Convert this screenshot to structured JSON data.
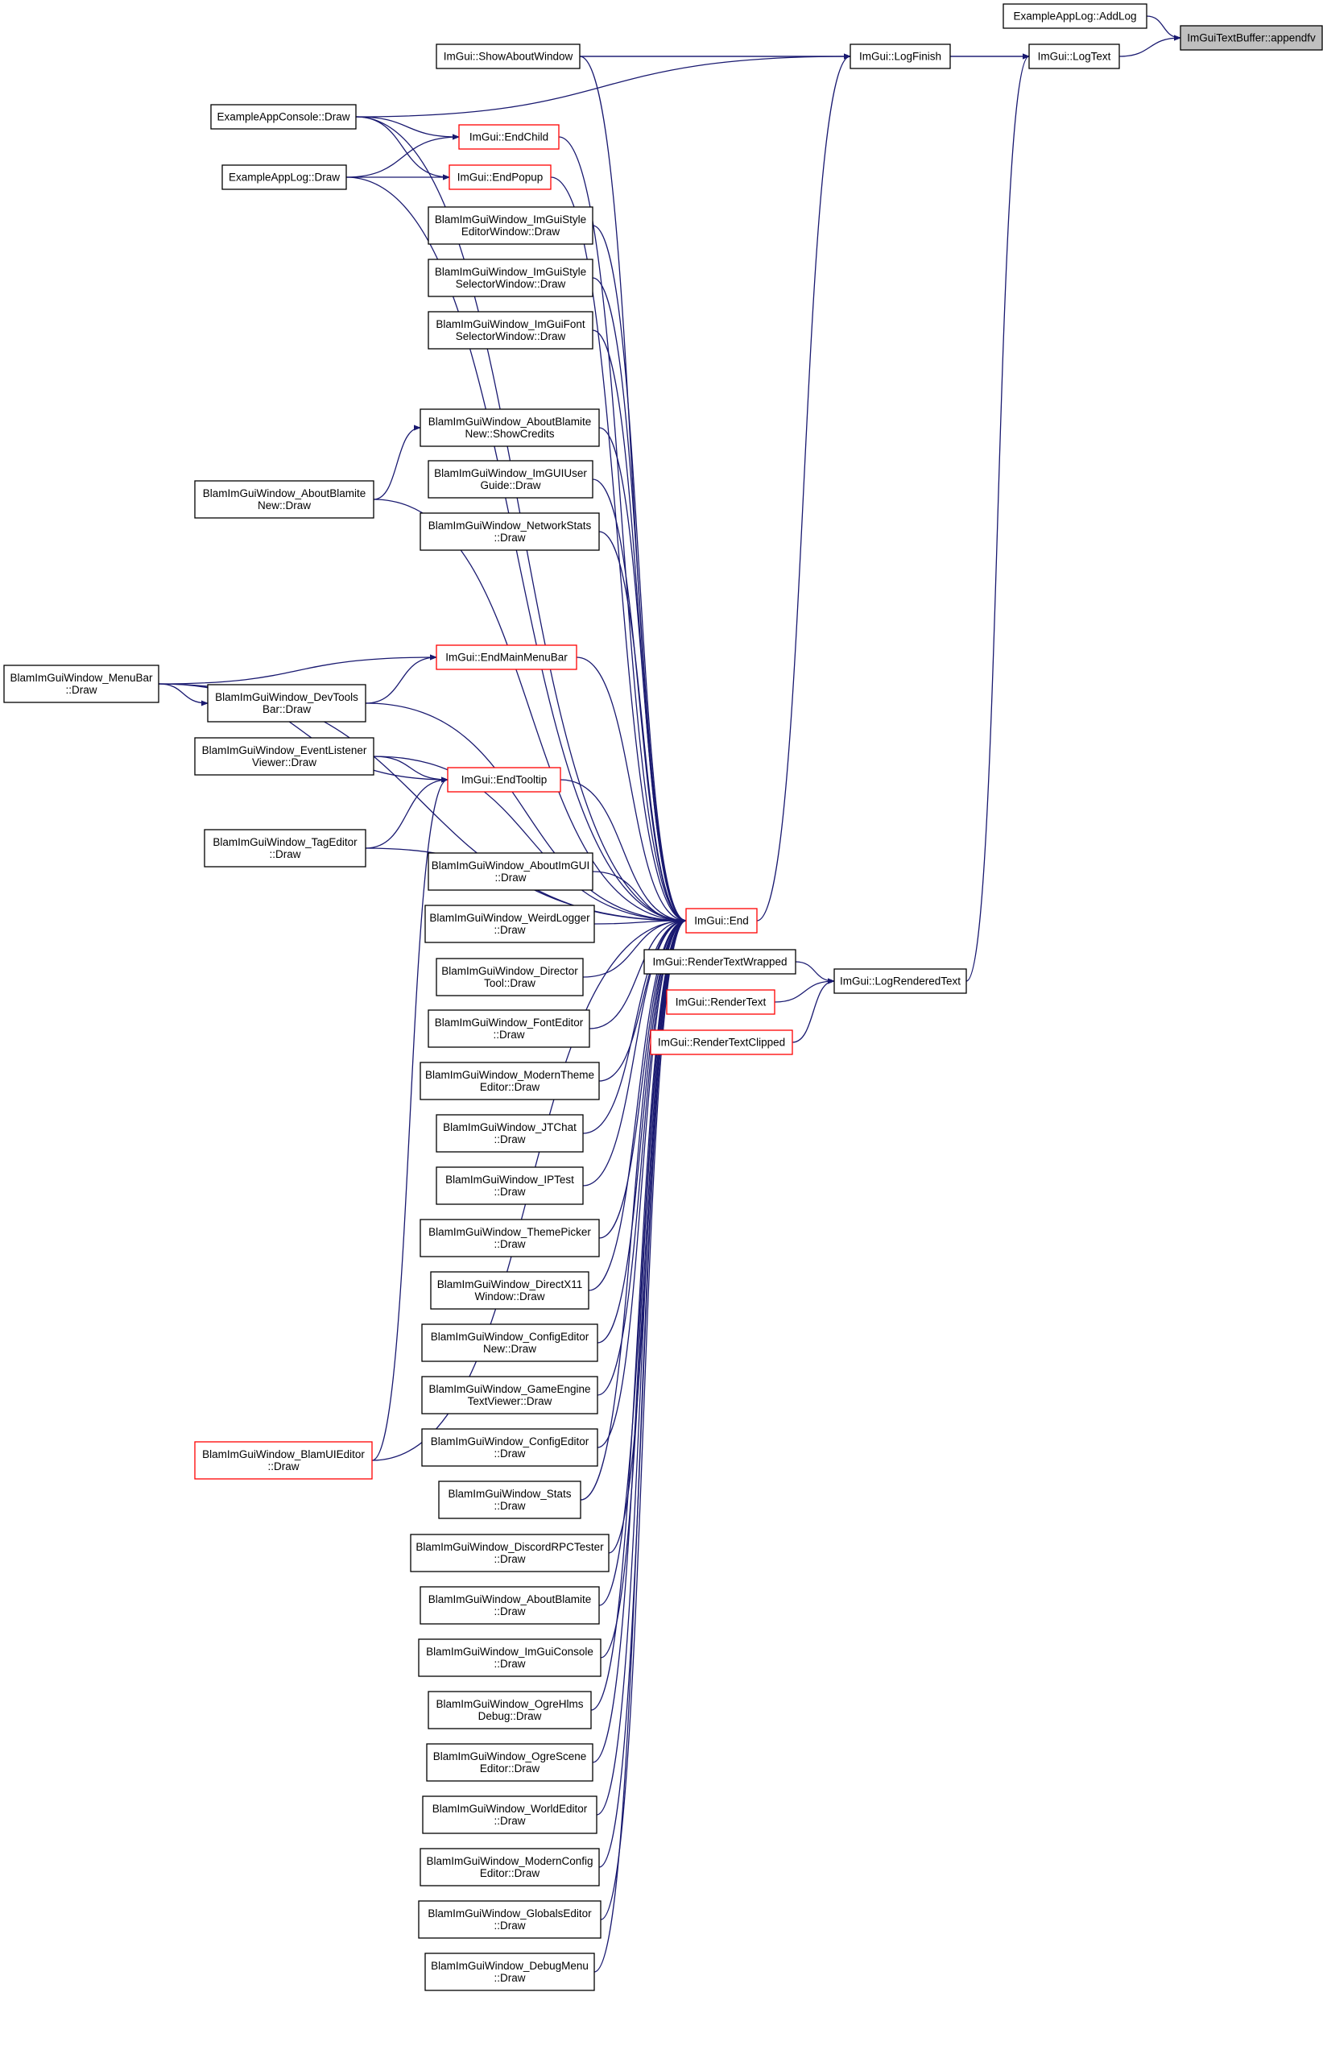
{
  "colors": {
    "edge": "#191970",
    "node_border_normal": "#000000",
    "node_border_truncated": "#ff0000",
    "node_fill_root": "#bfbfbf",
    "node_fill_default": "#ffffff"
  },
  "nodes": [
    {
      "id": "root",
      "lines": [
        "ImGuiTextBuffer::appendfv"
      ],
      "style": "root"
    },
    {
      "id": "addlog",
      "lines": [
        "ExampleAppLog::AddLog"
      ],
      "style": "normal"
    },
    {
      "id": "logtext",
      "lines": [
        "ImGui::LogText"
      ],
      "style": "normal"
    },
    {
      "id": "logfinish",
      "lines": [
        "ImGui::LogFinish"
      ],
      "style": "normal"
    },
    {
      "id": "showabout",
      "lines": [
        "ImGui::ShowAboutWindow"
      ],
      "style": "normal"
    },
    {
      "id": "console",
      "lines": [
        "ExampleAppConsole::Draw"
      ],
      "style": "normal"
    },
    {
      "id": "applog",
      "lines": [
        "ExampleAppLog::Draw"
      ],
      "style": "normal"
    },
    {
      "id": "endchild",
      "lines": [
        "ImGui::EndChild"
      ],
      "style": "truncated"
    },
    {
      "id": "endpopup",
      "lines": [
        "ImGui::EndPopup"
      ],
      "style": "truncated"
    },
    {
      "id": "styleeditor",
      "lines": [
        "BlamImGuiWindow_ImGuiStyle",
        "EditorWindow::Draw"
      ],
      "style": "normal"
    },
    {
      "id": "styleselector",
      "lines": [
        "BlamImGuiWindow_ImGuiStyle",
        "SelectorWindow::Draw"
      ],
      "style": "normal"
    },
    {
      "id": "fontselector",
      "lines": [
        "BlamImGuiWindow_ImGuiFont",
        "SelectorWindow::Draw"
      ],
      "style": "normal"
    },
    {
      "id": "credits",
      "lines": [
        "BlamImGuiWindow_AboutBlamite",
        "New::ShowCredits"
      ],
      "style": "normal"
    },
    {
      "id": "aboutnew",
      "lines": [
        "BlamImGuiWindow_AboutBlamite",
        "New::Draw"
      ],
      "style": "normal"
    },
    {
      "id": "userguide",
      "lines": [
        "BlamImGuiWindow_ImGUIUser",
        "Guide::Draw"
      ],
      "style": "normal"
    },
    {
      "id": "netstats",
      "lines": [
        "BlamImGuiWindow_NetworkStats",
        "::Draw"
      ],
      "style": "normal"
    },
    {
      "id": "menubar",
      "lines": [
        "BlamImGuiWindow_MenuBar",
        "::Draw"
      ],
      "style": "normal"
    },
    {
      "id": "endmainmenubar",
      "lines": [
        "ImGui::EndMainMenuBar"
      ],
      "style": "truncated"
    },
    {
      "id": "devtools",
      "lines": [
        "BlamImGuiWindow_DevTools",
        "Bar::Draw"
      ],
      "style": "normal"
    },
    {
      "id": "eventlistener",
      "lines": [
        "BlamImGuiWindow_EventListener",
        "Viewer::Draw"
      ],
      "style": "normal"
    },
    {
      "id": "endtooltip",
      "lines": [
        "ImGui::EndTooltip"
      ],
      "style": "truncated"
    },
    {
      "id": "tageditor",
      "lines": [
        "BlamImGuiWindow_TagEditor",
        "::Draw"
      ],
      "style": "normal"
    },
    {
      "id": "aboutimgui",
      "lines": [
        "BlamImGuiWindow_AboutImGUI",
        "::Draw"
      ],
      "style": "normal"
    },
    {
      "id": "end",
      "lines": [
        "ImGui::End"
      ],
      "style": "truncated"
    },
    {
      "id": "weirdlogger",
      "lines": [
        "BlamImGuiWindow_WeirdLogger",
        "::Draw"
      ],
      "style": "normal"
    },
    {
      "id": "rtwrapped",
      "lines": [
        "ImGui::RenderTextWrapped"
      ],
      "style": "normal"
    },
    {
      "id": "logrendered",
      "lines": [
        "ImGui::LogRenderedText"
      ],
      "style": "normal"
    },
    {
      "id": "director",
      "lines": [
        "BlamImGuiWindow_Director",
        "Tool::Draw"
      ],
      "style": "normal"
    },
    {
      "id": "rendertext",
      "lines": [
        "ImGui::RenderText"
      ],
      "style": "truncated"
    },
    {
      "id": "rtclipped",
      "lines": [
        "ImGui::RenderTextClipped"
      ],
      "style": "truncated"
    },
    {
      "id": "fonteditor",
      "lines": [
        "BlamImGuiWindow_FontEditor",
        "::Draw"
      ],
      "style": "normal"
    },
    {
      "id": "moderntheme",
      "lines": [
        "BlamImGuiWindow_ModernTheme",
        "Editor::Draw"
      ],
      "style": "normal"
    },
    {
      "id": "jtchat",
      "lines": [
        "BlamImGuiWindow_JTChat",
        "::Draw"
      ],
      "style": "normal"
    },
    {
      "id": "iptest",
      "lines": [
        "BlamImGuiWindow_IPTest",
        "::Draw"
      ],
      "style": "normal"
    },
    {
      "id": "themepicker",
      "lines": [
        "BlamImGuiWindow_ThemePicker",
        "::Draw"
      ],
      "style": "normal"
    },
    {
      "id": "directx11",
      "lines": [
        "BlamImGuiWindow_DirectX11",
        "Window::Draw"
      ],
      "style": "normal"
    },
    {
      "id": "confignew",
      "lines": [
        "BlamImGuiWindow_ConfigEditor",
        "New::Draw"
      ],
      "style": "normal"
    },
    {
      "id": "textviewer",
      "lines": [
        "BlamImGuiWindow_GameEngine",
        "TextViewer::Draw"
      ],
      "style": "normal"
    },
    {
      "id": "blamuieditor",
      "lines": [
        "BlamImGuiWindow_BlamUIEditor",
        "::Draw"
      ],
      "style": "truncated"
    },
    {
      "id": "configeditor",
      "lines": [
        "BlamImGuiWindow_ConfigEditor",
        "::Draw"
      ],
      "style": "normal"
    },
    {
      "id": "stats",
      "lines": [
        "BlamImGuiWindow_Stats",
        "::Draw"
      ],
      "style": "normal"
    },
    {
      "id": "discord",
      "lines": [
        "BlamImGuiWindow_DiscordRPCTester",
        "::Draw"
      ],
      "style": "normal"
    },
    {
      "id": "aboutblamite",
      "lines": [
        "BlamImGuiWindow_AboutBlamite",
        "::Draw"
      ],
      "style": "normal"
    },
    {
      "id": "imguiconsole",
      "lines": [
        "BlamImGuiWindow_ImGuiConsole",
        "::Draw"
      ],
      "style": "normal"
    },
    {
      "id": "ogrehlms",
      "lines": [
        "BlamImGuiWindow_OgreHlms",
        "Debug::Draw"
      ],
      "style": "normal"
    },
    {
      "id": "ogrescene",
      "lines": [
        "BlamImGuiWindow_OgreScene",
        "Editor::Draw"
      ],
      "style": "normal"
    },
    {
      "id": "worldeditor",
      "lines": [
        "BlamImGuiWindow_WorldEditor",
        "::Draw"
      ],
      "style": "normal"
    },
    {
      "id": "modernconfig",
      "lines": [
        "BlamImGuiWindow_ModernConfig",
        "Editor::Draw"
      ],
      "style": "normal"
    },
    {
      "id": "globals",
      "lines": [
        "BlamImGuiWindow_GlobalsEditor",
        "::Draw"
      ],
      "style": "normal"
    },
    {
      "id": "debugmenu",
      "lines": [
        "BlamImGuiWindow_DebugMenu",
        "::Draw"
      ],
      "style": "normal"
    }
  ],
  "edges": [
    [
      "addlog",
      "root"
    ],
    [
      "logtext",
      "root"
    ],
    [
      "logfinish",
      "logtext"
    ],
    [
      "showabout",
      "logtext"
    ],
    [
      "logrendered",
      "logtext"
    ],
    [
      "showabout",
      "logfinish"
    ],
    [
      "console",
      "logfinish"
    ],
    [
      "end",
      "logfinish"
    ],
    [
      "console",
      "endchild"
    ],
    [
      "applog",
      "endchild"
    ],
    [
      "console",
      "endpopup"
    ],
    [
      "applog",
      "endpopup"
    ],
    [
      "aboutnew",
      "credits"
    ],
    [
      "menubar",
      "endmainmenubar"
    ],
    [
      "devtools",
      "endmainmenubar"
    ],
    [
      "menubar",
      "devtools"
    ],
    [
      "eventlistener",
      "endtooltip"
    ],
    [
      "menubar",
      "endtooltip"
    ],
    [
      "tageditor",
      "endtooltip"
    ],
    [
      "blamuieditor",
      "endtooltip"
    ],
    [
      "rtwrapped",
      "logrendered"
    ],
    [
      "rendertext",
      "logrendered"
    ],
    [
      "rtclipped",
      "logrendered"
    ],
    [
      "showabout",
      "end"
    ],
    [
      "console",
      "end"
    ],
    [
      "endchild",
      "end"
    ],
    [
      "applog",
      "end"
    ],
    [
      "endpopup",
      "end"
    ],
    [
      "styleeditor",
      "end"
    ],
    [
      "styleselector",
      "end"
    ],
    [
      "fontselector",
      "end"
    ],
    [
      "credits",
      "end"
    ],
    [
      "aboutnew",
      "end"
    ],
    [
      "userguide",
      "end"
    ],
    [
      "netstats",
      "end"
    ],
    [
      "menubar",
      "end"
    ],
    [
      "endmainmenubar",
      "end"
    ],
    [
      "devtools",
      "end"
    ],
    [
      "eventlistener",
      "end"
    ],
    [
      "endtooltip",
      "end"
    ],
    [
      "tageditor",
      "end"
    ],
    [
      "aboutimgui",
      "end"
    ],
    [
      "weirdlogger",
      "end"
    ],
    [
      "director",
      "end"
    ],
    [
      "fonteditor",
      "end"
    ],
    [
      "moderntheme",
      "end"
    ],
    [
      "jtchat",
      "end"
    ],
    [
      "iptest",
      "end"
    ],
    [
      "themepicker",
      "end"
    ],
    [
      "directx11",
      "end"
    ],
    [
      "confignew",
      "end"
    ],
    [
      "textviewer",
      "end"
    ],
    [
      "blamuieditor",
      "end"
    ],
    [
      "configeditor",
      "end"
    ],
    [
      "stats",
      "end"
    ],
    [
      "discord",
      "end"
    ],
    [
      "aboutblamite",
      "end"
    ],
    [
      "imguiconsole",
      "end"
    ],
    [
      "ogrehlms",
      "end"
    ],
    [
      "ogrescene",
      "end"
    ],
    [
      "worldeditor",
      "end"
    ],
    [
      "modernconfig",
      "end"
    ],
    [
      "globals",
      "end"
    ],
    [
      "debugmenu",
      "end"
    ]
  ]
}
